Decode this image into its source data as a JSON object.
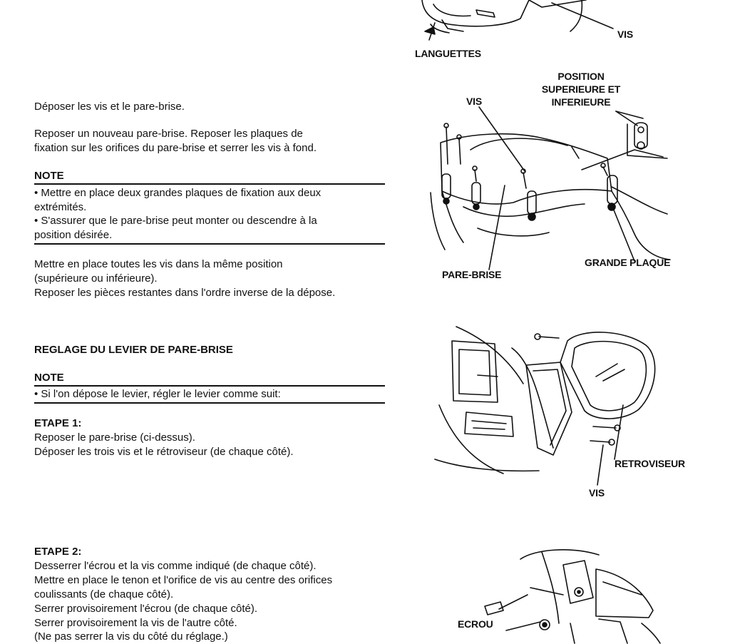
{
  "text": {
    "p1": "Déposer les vis et le pare-brise.",
    "p2_line1": "Reposer un nouveau pare-brise. Reposer les plaques de",
    "p2_line2": "fixation sur les orifices du pare-brise et serrer les vis à fond.",
    "note1_heading": "NOTE",
    "note1_b1_line1": "• Mettre en place deux grandes plaques de fixation aux deux",
    "note1_b1_line2": "extrémités.",
    "note1_b2_line1": "• S'assurer que le pare-brise peut monter ou descendre à la",
    "note1_b2_line2": "position désirée.",
    "p3_line1": "Mettre en place toutes les vis dans la même position",
    "p3_line2": "(supérieure ou inférieure).",
    "p3_line3": "Reposer les pièces restantes dans l'ordre inverse de la dépose.",
    "section_heading": "REGLAGE DU LEVIER DE PARE-BRISE",
    "note2_heading": "NOTE",
    "note2_b1": "• Si l'on dépose le levier, régler le levier comme suit:",
    "step1_heading": "ETAPE 1:",
    "step1_line1": "Reposer le pare-brise (ci-dessus).",
    "step1_line2": "Déposer les trois vis et le rétroviseur (de chaque côté).",
    "step2_heading": "ETAPE 2:",
    "step2_line1": "Desserrer l'écrou et la vis comme indiqué (de chaque côté).",
    "step2_line2": "Mettre en place le tenon et l'orifice de vis au centre des orifices",
    "step2_line3": "coulissants (de chaque côté).",
    "step2_line4": "Serrer provisoirement l'écrou (de chaque côté).",
    "step2_line5": "Serrer provisoirement la vis de l'autre côté.",
    "step2_line6": "(Ne pas serrer la vis du côté du réglage.)"
  },
  "labels": {
    "fig1_vis": "VIS",
    "fig1_languettes": "LANGUETTES",
    "fig2_vis": "VIS",
    "fig2_position_l1": "POSITION",
    "fig2_position_l2": "SUPERIEURE ET",
    "fig2_position_l3": "INFERIEURE",
    "fig2_pare_brise": "PARE-BRISE",
    "fig2_grande_plaque": "GRANDE PLAQUE",
    "fig3_retroviseur": "RETROVISEUR",
    "fig3_vis": "VIS",
    "fig4_ecrou": "ECROU"
  }
}
